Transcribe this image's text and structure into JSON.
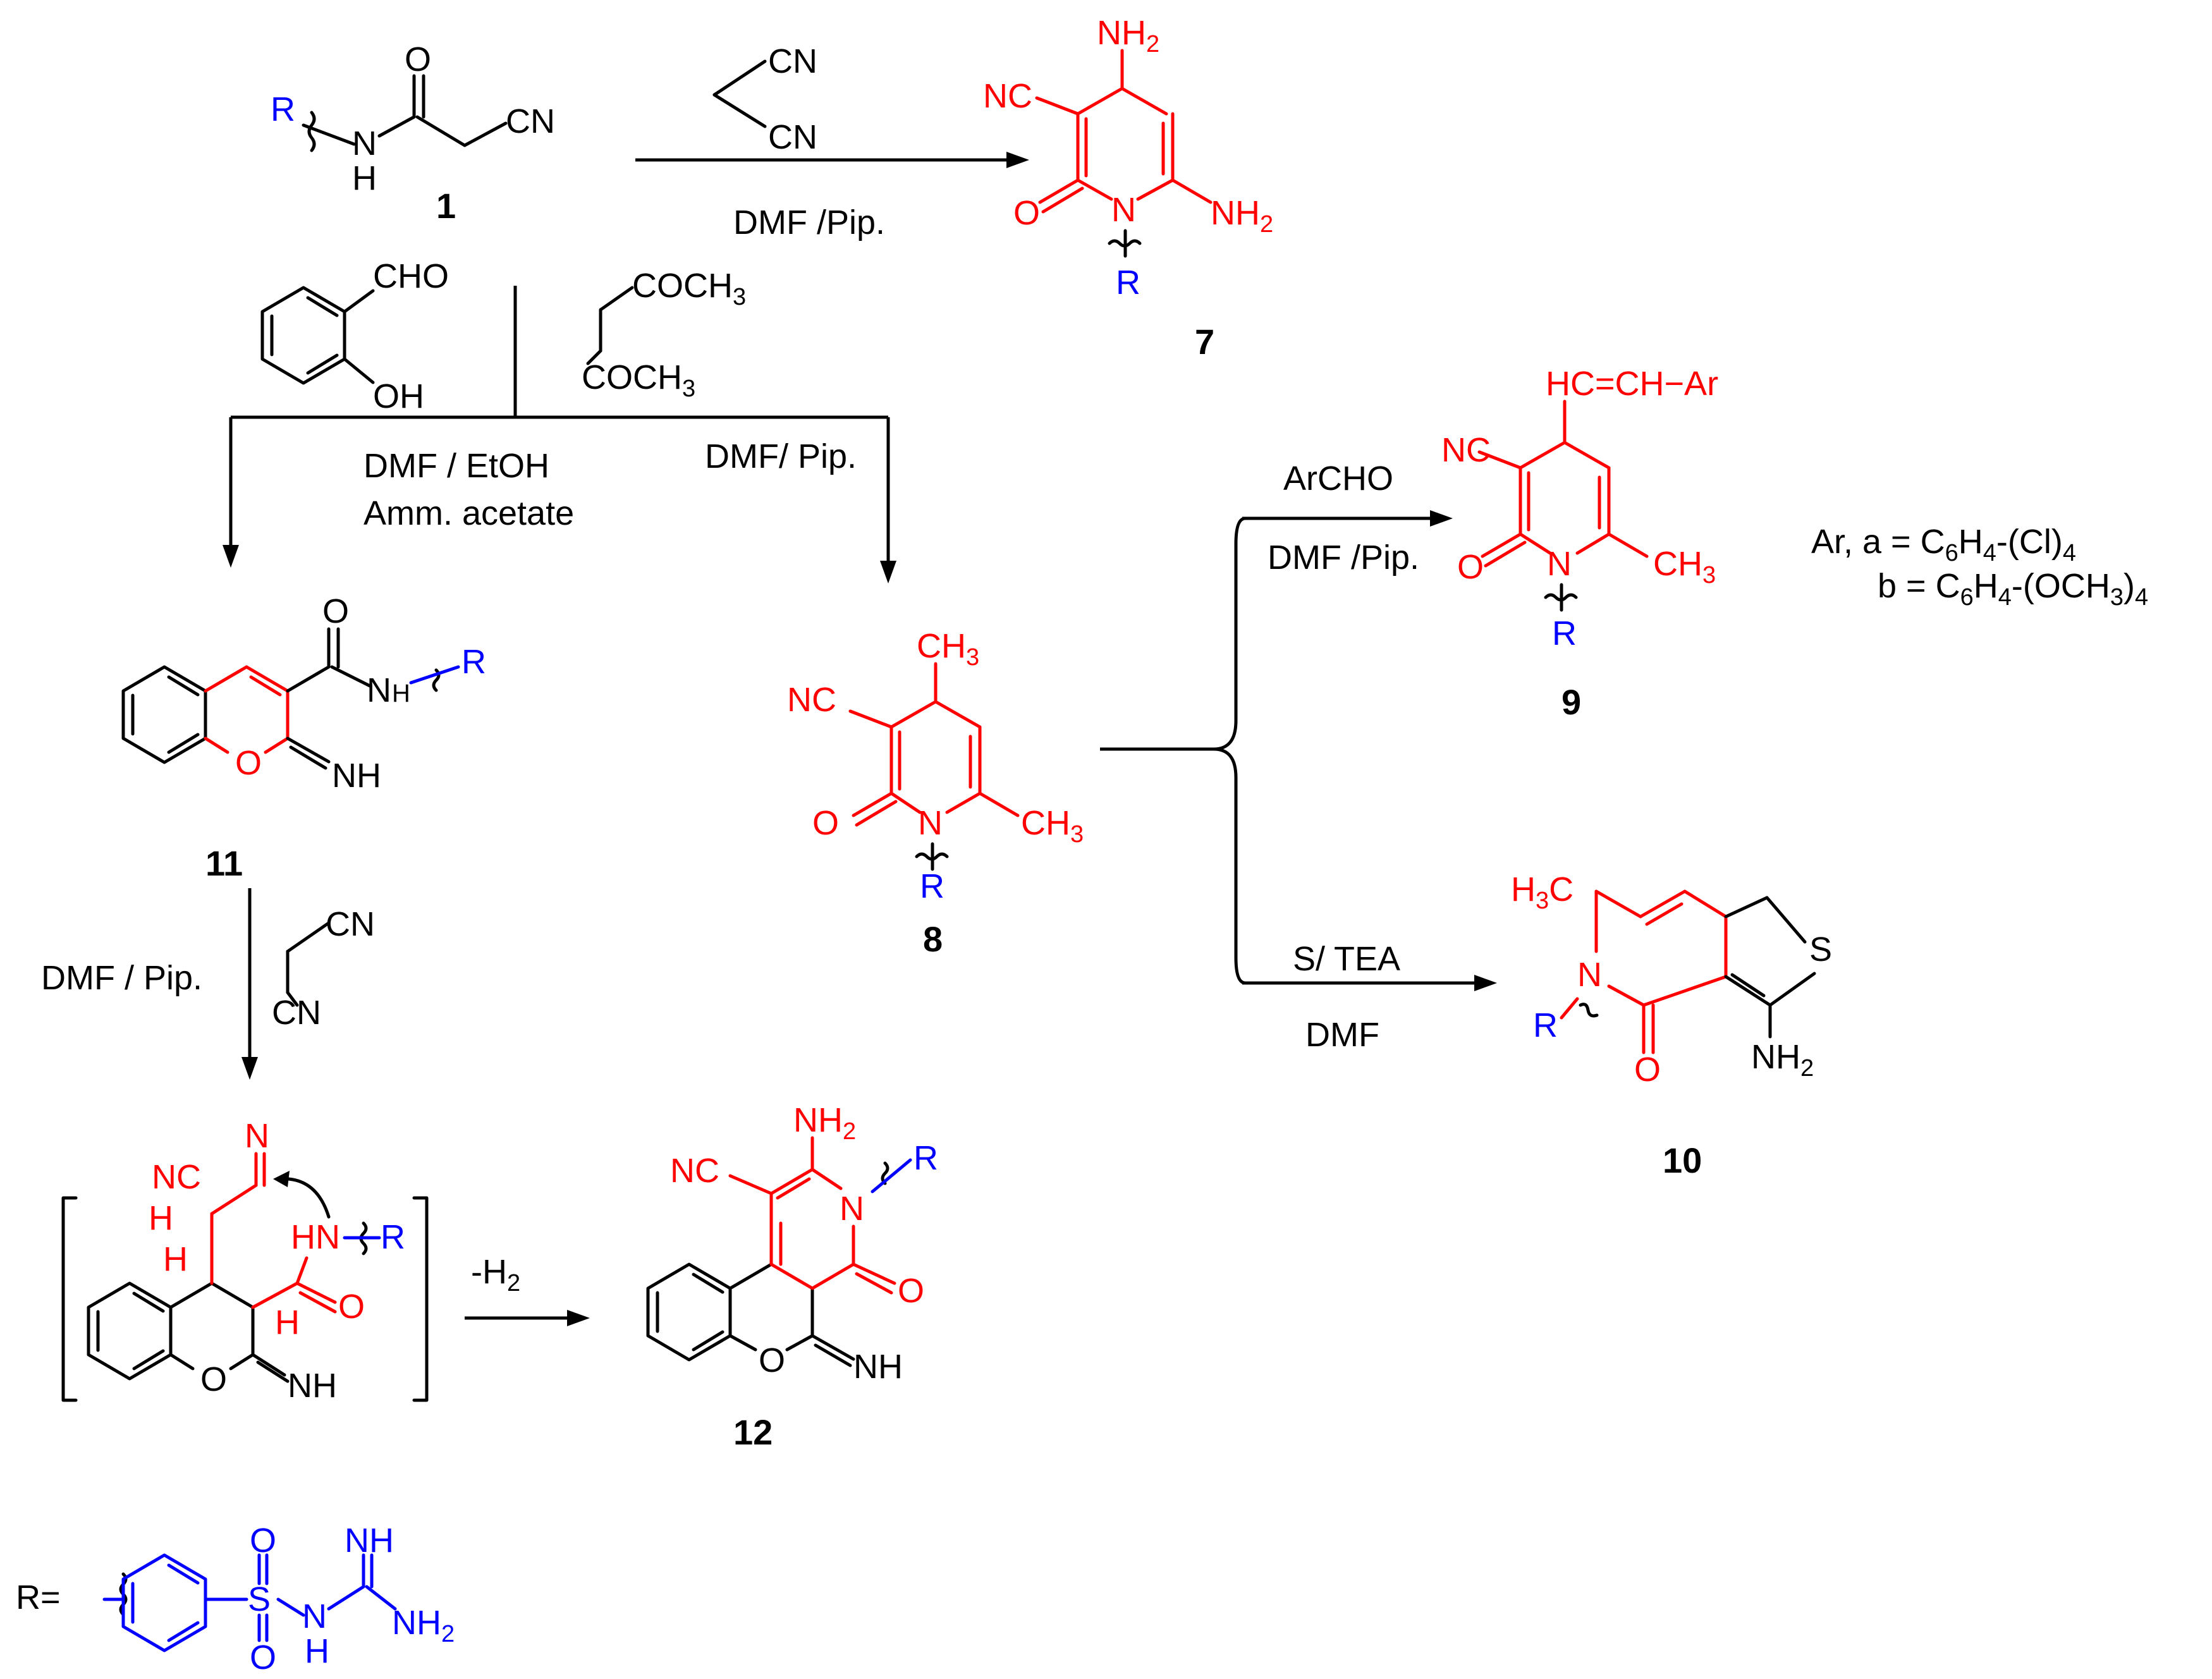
{
  "compounds": {
    "c1": "1",
    "c7": "7",
    "c8": "8",
    "c9": "9",
    "c10": "10",
    "c11": "11",
    "c12": "12"
  },
  "conditions": {
    "to7": "DMF /Pip.",
    "to11_a": "DMF / EtOH",
    "to11_b": "Amm. acetate",
    "to8": "DMF/ Pip.",
    "to9_a": "ArCHO",
    "to9_b": "DMF /Pip.",
    "to10_a": "S/ TEA",
    "to10_b": "DMF",
    "to_int": "DMF / Pip.",
    "to12": "-H"
  },
  "ar_def": {
    "prefix": "Ar, a = C",
    "b_prefix": "b = C"
  },
  "r_def": {
    "label": "R="
  },
  "atoms": {
    "R": "R",
    "H": "H",
    "N": "N",
    "O": "O",
    "S": "S",
    "CN": "CN",
    "NC": "NC",
    "NH2": "NH",
    "NH": "NH",
    "HN": "HN",
    "CH3": "CH",
    "H3C": "H",
    "CHO": "CHO",
    "OH": "OH",
    "COCH3": "COCH",
    "vinyl": "HC=CH−Ar"
  },
  "subs": {
    "two": "2",
    "three": "3",
    "four": "4",
    "six": "6"
  },
  "groups": {
    "cl4": "-(Cl)",
    "ome4": "-(OCH"
  },
  "closers": {
    "paren": ")"
  },
  "colors": {
    "product": "#ff0000",
    "substituent": "#0000ff",
    "reagent": "#000000"
  }
}
